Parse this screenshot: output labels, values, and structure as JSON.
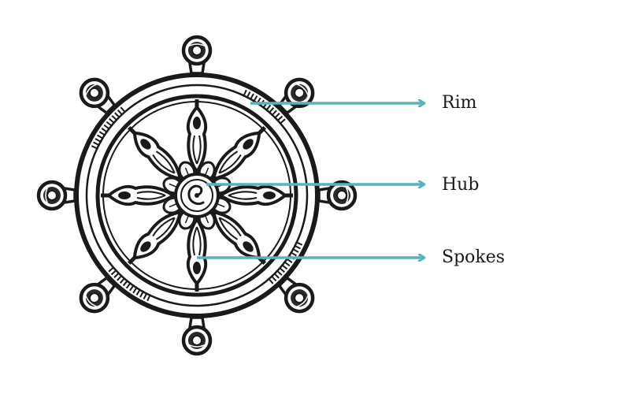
{
  "diagram": {
    "labels": {
      "rim": "Rim",
      "hub": "Hub",
      "spokes": "Spokes"
    },
    "colors": {
      "arrow": "#55b6b9",
      "ink": "#1a1a1a",
      "paper": "#ffffff"
    }
  }
}
